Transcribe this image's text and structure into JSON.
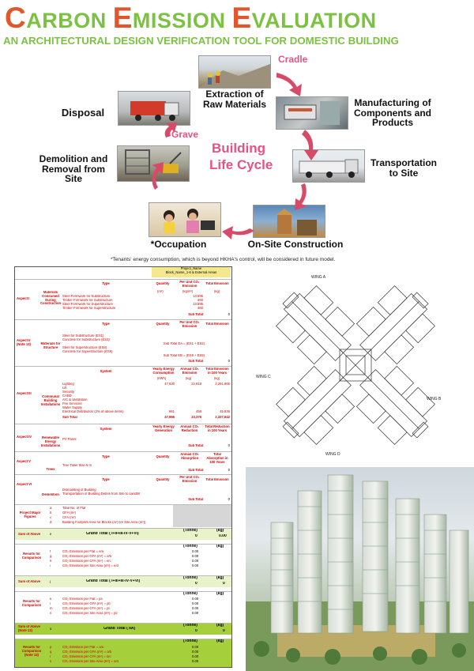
{
  "title": {
    "word1_cap": "C",
    "word1_rest": "ARBON ",
    "word2_cap": "E",
    "word2_rest": "MISSION ",
    "word3_cap": "E",
    "word3_rest": "VALUATION"
  },
  "subtitle": "AN ARCHITECTURAL DESIGN VERIFICATION TOOL FOR DOMESTIC BUILDING",
  "lifecycle": {
    "center_line1": "Building",
    "center_line2": "Life Cycle",
    "cradle": "Cradle",
    "grave": "Grave",
    "stages": {
      "extraction_1": "Extraction of",
      "extraction_2": "Raw Materials",
      "manufacturing_1": "Manufacturing of",
      "manufacturing_2": "Components and",
      "manufacturing_3": "Products",
      "transportation_1": "Transportation",
      "transportation_2": "to Site",
      "construction": "On-Site Construction",
      "occupation": "*Occupation",
      "demolition_1": "Demolition and",
      "demolition_2": "Removal from",
      "demolition_3": "Site",
      "disposal": "Disposal"
    }
  },
  "note": "*Tenants' energy consumption, which is beyond HKHA's control, will be considered in future model.",
  "table": {
    "project_name": "Project_Name",
    "block_name": "Block_Name_1-6 & External Areas",
    "aspect1": {
      "label": "Aspect I",
      "sub": "Materials Consumed During Construction",
      "head_type": "Type",
      "head_qty": "Quantity",
      "head_unit": "Per Unit CO₂ Emission",
      "head_total": "Total Emission",
      "u1": "(m²)",
      "u2": "(kg/m²)",
      "u3": "(kg)",
      "rows": [
        "Steel Formwork for Substructure",
        "Timber Formwork for Substructure",
        "Steel Formwork for Superstructure",
        "Timber Formwork for Superstructure"
      ],
      "rates": [
        "13.895",
        "460",
        "13.895",
        "460"
      ],
      "subtotal": "Sub Total"
    },
    "aspect2": {
      "label": "Aspect II (Note 13)",
      "sub": "Materials for Structure",
      "head_type": "Type",
      "head_qty": "Quantity",
      "head_unit": "Per Unit CO₂ Emission",
      "head_total": "Total Emission",
      "rows": [
        "Steel for Substructure (ES1)",
        "Concrete for Substructure (ES2)",
        "Steel for Superstructure (ES8)",
        "Concrete for Superstructure (ES9)"
      ],
      "sub_ea": "Sub Total EA = (ES1 + ES2)",
      "sub_eb": "Sub Total EB = (ES8 + ES9)",
      "subtotal": "Sub Total"
    },
    "aspect3": {
      "label": "Aspect III",
      "sub": "Communal Building Installations",
      "head_system": "System",
      "head_yearly": "Yearly Energy Consumption",
      "head_annual": "Annual CO₂ Emission",
      "head_total": "Total Emission in 100 Years",
      "u1": "(kWh)",
      "u2": "(kg)",
      "u3": "(kg)",
      "rows": [
        "Lighting",
        "Lift",
        "Security",
        "CABD",
        "A/C & Ventilation",
        "Fire Services",
        "Water Supply",
        "Electrical Distribution (2% of above items)"
      ],
      "lighting_vals": [
        "47,630",
        "22,918",
        "2,291,806"
      ],
      "elec_vals": [
        "961",
        "458",
        "45,836"
      ],
      "subtotal": "Sub Total",
      "subtotal_vals": [
        "47,966",
        "23,376",
        "2,337,642"
      ]
    },
    "aspect4": {
      "label": "Aspect IV",
      "sub": "Renewable Energy Installations",
      "head_system": "System",
      "head_yearly": "Yearly Energy Generation",
      "head_annual": "Annual CO₂ Reduction",
      "head_total": "Total Reduction in 100 Years",
      "row": "PV Panel",
      "subtotal": "Sub Total"
    },
    "aspect5": {
      "label": "Aspect V",
      "sub": "Trees",
      "head_type": "Type",
      "head_qty": "Quantity",
      "head_annual": "Annual CO₂ Absorption",
      "head_total": "Total Absorption in 100 Years",
      "row": "Tree Taller than 5 m",
      "subtotal": "Sub Total"
    },
    "aspect6": {
      "label": "Aspect VI",
      "sub": "Demolition",
      "head_type": "Type",
      "head_qty": "Quantity",
      "head_unit": "Per Unit CO₂ Emission",
      "head_total": "Total Emission",
      "rows": [
        "Dismantling of Building",
        "Transportation of Building Debris from Site to Landfill"
      ],
      "subtotal": "Sub Total"
    },
    "figures": {
      "label": "Project Major Figures",
      "letters": [
        "a",
        "b",
        "c",
        "d"
      ],
      "rows": [
        "Total No. of Flat",
        "GFA (m²)",
        "CFA (m²)",
        "Building Footprint Area for Blocks (m²) (or Site Area (m²))"
      ]
    },
    "grand1": {
      "label": "Sum of Above",
      "letter": "e",
      "text": "Grand Total ( I+II+III-IV-V+VI)",
      "t": "(Tonne)",
      "k": "(kg)",
      "v1": "0",
      "v2": "0.00"
    },
    "results1": {
      "label": "Results for Comparison",
      "letters": [
        "f",
        "g",
        "h",
        "i"
      ],
      "rows": [
        "CO₂ Emission per Flat = e/a",
        "CO₂ Emission per GFA (m²) = e/b",
        "CO₂ Emission per CFA (m²) = e/c",
        "CO₂ Emission per Site Area (m²) = e/d"
      ],
      "t": "(Tonne)",
      "k": "(kg)"
    },
    "grand2": {
      "label": "Sum of Above",
      "letter": "j",
      "text": "Grand Total ( I+III+III-IV-V+VI)",
      "t": "(Tonne)",
      "k": "(kg)"
    },
    "results2": {
      "label": "Results for Comparison",
      "letters": [
        "k",
        "l",
        "m",
        "n"
      ],
      "rows": [
        "CO₂ Emission per Flat = j/a",
        "CO₂ Emission per GFA (m²) = j/b",
        "CO₂ Emission per CFA (m²) = j/c",
        "CO₂ Emission per Site Area (m²) = j/d"
      ],
      "t": "(Tonne)",
      "k": "(kg)"
    },
    "grand3": {
      "label": "Sum of Above (Note 13)",
      "letter": "o",
      "text": "Grand Total ( IIA)",
      "t": "(Tonne)",
      "k": "(kg)"
    },
    "results3": {
      "label": "Results for Comparison (Note 13)",
      "letters": [
        "p",
        "q",
        "r",
        "s"
      ],
      "rows": [
        "CO₂ Emission per Flat = o/a",
        "CO₂ Emission per GFA (m²) = o/b",
        "CO₂ Emission per CFA (m²) = o/c",
        "CO₂ Emission per Site Area (m²) = o/d"
      ],
      "t": "(Tonne)",
      "k": "(kg)"
    },
    "zero": "0",
    "zero2": "0.00"
  },
  "plan": {
    "wing_a": "WING A",
    "wing_b": "WING B",
    "wing_c": "WING C",
    "wing_d": "WING D"
  }
}
